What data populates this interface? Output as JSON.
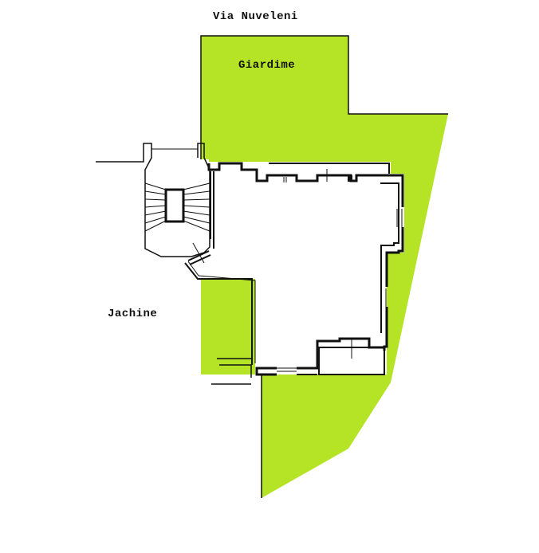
{
  "labels": {
    "street": "Via Nuveleni",
    "garden": "Giardime",
    "neighbour": "Jachine"
  },
  "colors": {
    "garden": "#b5e325",
    "wall": "#111111",
    "background": "#ffffff"
  }
}
